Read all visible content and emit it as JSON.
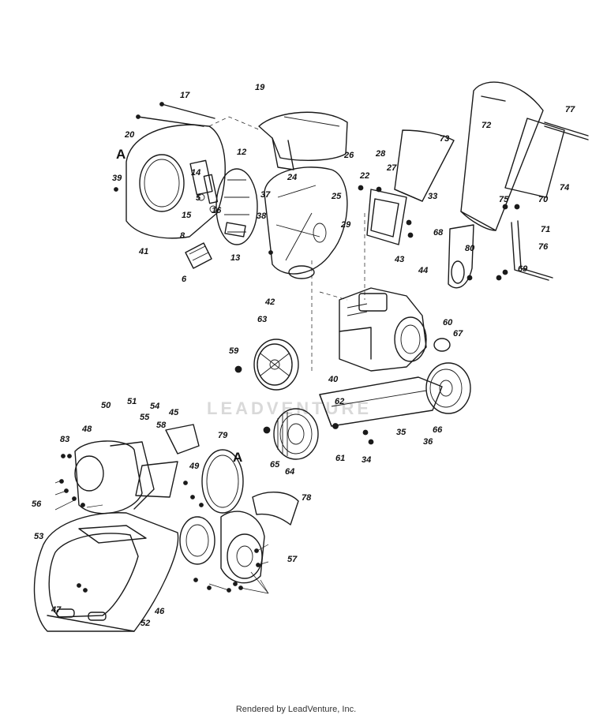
{
  "footer_text": "Rendered by LeadVenture, Inc.",
  "watermark_text": "LEADVENTURE",
  "callout_letter": "A",
  "part_labels": [
    "5",
    "6",
    "8",
    "12",
    "13",
    "14",
    "15",
    "16",
    "17",
    "19",
    "20",
    "22",
    "24",
    "25",
    "26",
    "27",
    "28",
    "29",
    "33",
    "34",
    "35",
    "36",
    "37",
    "38",
    "39",
    "40",
    "41",
    "42",
    "43",
    "44",
    "45",
    "46",
    "47",
    "48",
    "49",
    "50",
    "51",
    "52",
    "53",
    "54",
    "55",
    "56",
    "57",
    "58",
    "59",
    "60",
    "61",
    "62",
    "63",
    "64",
    "65",
    "66",
    "67",
    "68",
    "69",
    "70",
    "71",
    "72",
    "73",
    "74",
    "75",
    "76",
    "77",
    "78",
    "79",
    "80",
    "83"
  ],
  "colors": {
    "ink": "#1a1a1a",
    "background": "#ffffff",
    "watermark": "#d9d9d9"
  }
}
